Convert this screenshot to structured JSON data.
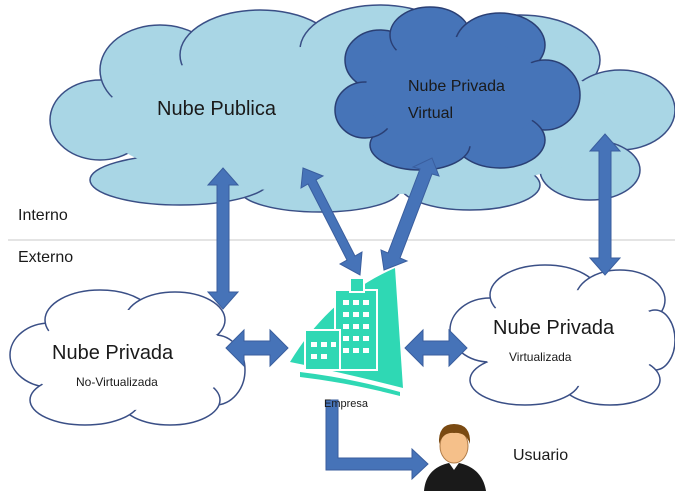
{
  "zones": {
    "internal": "Interno",
    "external": "Externo"
  },
  "clouds": {
    "public": {
      "title": "Nube Publica"
    },
    "virtual_private": {
      "line1": "Nube Privada",
      "line2": "Virtual"
    },
    "private_nonvirtual": {
      "title": "Nube Privada",
      "subtitle": "No-Virtualizada"
    },
    "private_virtualized": {
      "title": "Nube Privada",
      "subtitle": "Virtualizada"
    }
  },
  "company": {
    "label": "Empresa"
  },
  "user": {
    "label": "Usuario"
  },
  "colors": {
    "public_cloud": "#a9d6e5",
    "virtual_cloud": "#4674b8",
    "arrow": "#4673b8",
    "building": "#2fd8b4",
    "cloud_outline": "#3a4f86"
  }
}
